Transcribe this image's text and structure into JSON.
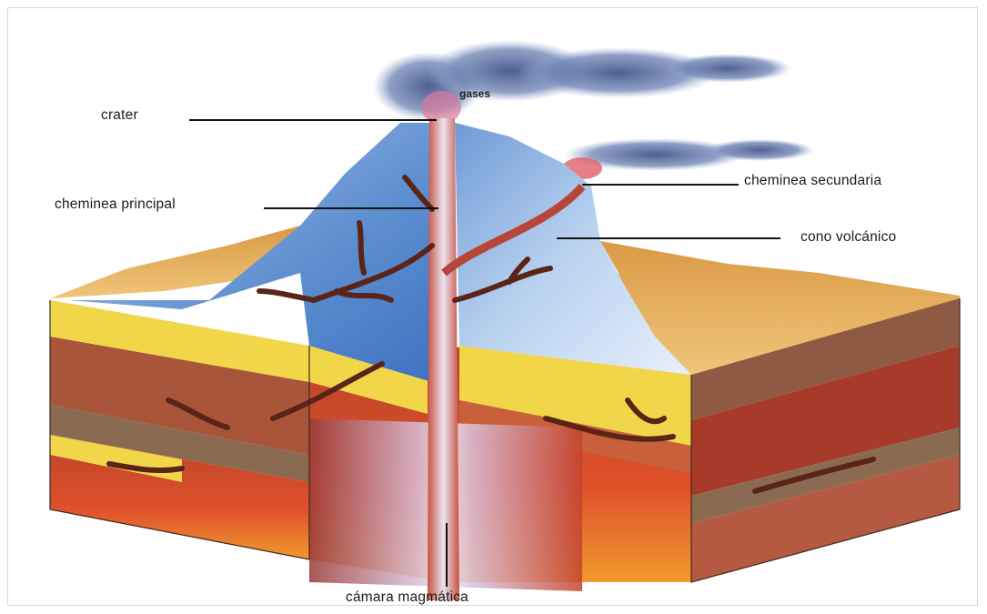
{
  "labels": {
    "gases": "gases",
    "crater": "crater",
    "cheminea_principal": "cheminea principal",
    "cheminea_secundaria": "cheminea secundaria",
    "cono_volcanico": "cono volcánico",
    "camara_magmatica": "cámara magmática"
  },
  "colors": {
    "cone_blue": "#5f8fcf",
    "magma_red": "#c8321e",
    "sand": "#e0a84e",
    "yellow_layer": "#f2d64a",
    "brown_layer": "#9a5a3c",
    "smoke": "#5c6f9c"
  }
}
